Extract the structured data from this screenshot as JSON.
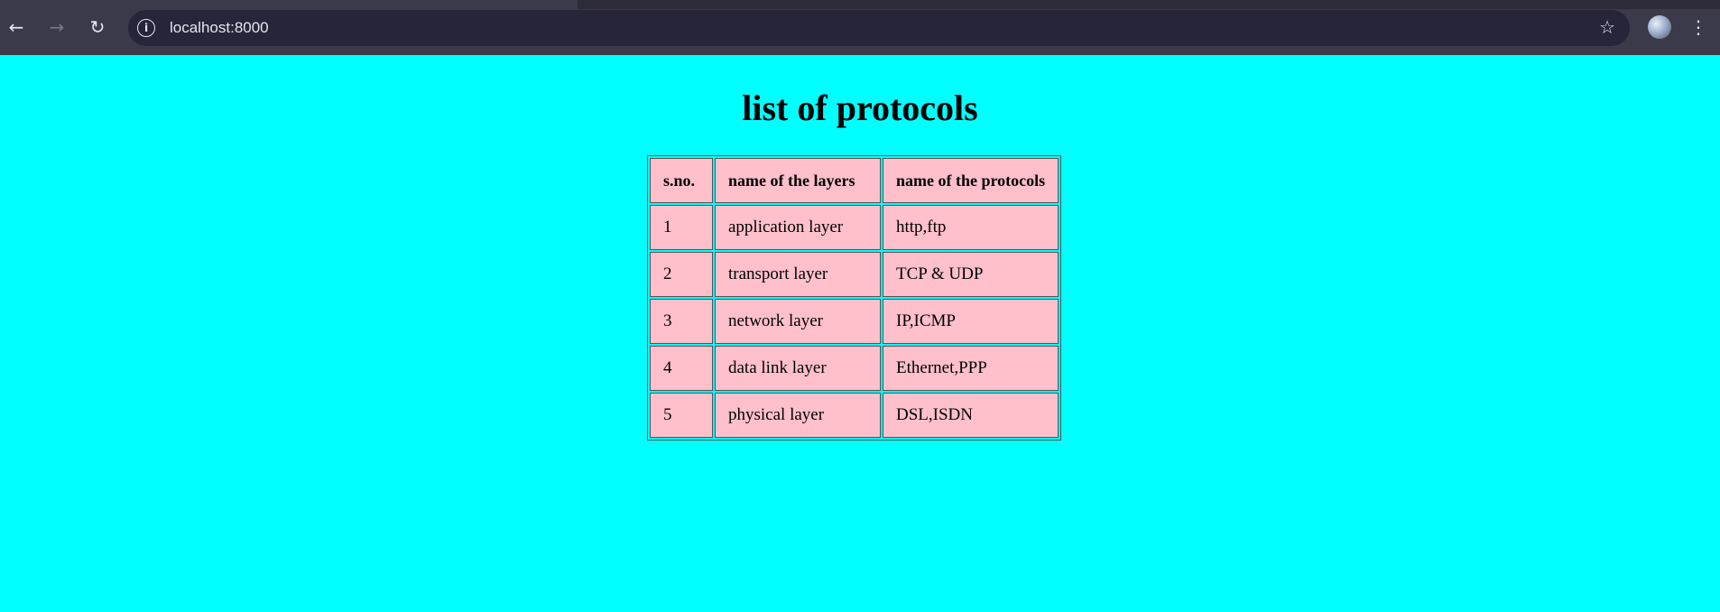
{
  "browser": {
    "url": "localhost:8000"
  },
  "page": {
    "title": "list of protocols",
    "table": {
      "headers": [
        "s.no.",
        "name of the layers",
        "name of the protocols"
      ],
      "rows": [
        [
          "1",
          "application layer",
          "http,ftp"
        ],
        [
          "2",
          "transport layer",
          "TCP & UDP"
        ],
        [
          "3",
          "network layer",
          "IP,ICMP"
        ],
        [
          "4",
          "data link layer",
          "Ethernet,PPP"
        ],
        [
          "5",
          "physical layer",
          "DSL,ISDN"
        ]
      ]
    }
  },
  "colors": {
    "background": "#00ffff",
    "cell": "#ffc0cb"
  },
  "icons": [
    "back-arrow-icon",
    "forward-arrow-icon",
    "reload-icon",
    "info-icon",
    "star-icon",
    "profile-avatar-icon",
    "kebab-menu-icon"
  ]
}
